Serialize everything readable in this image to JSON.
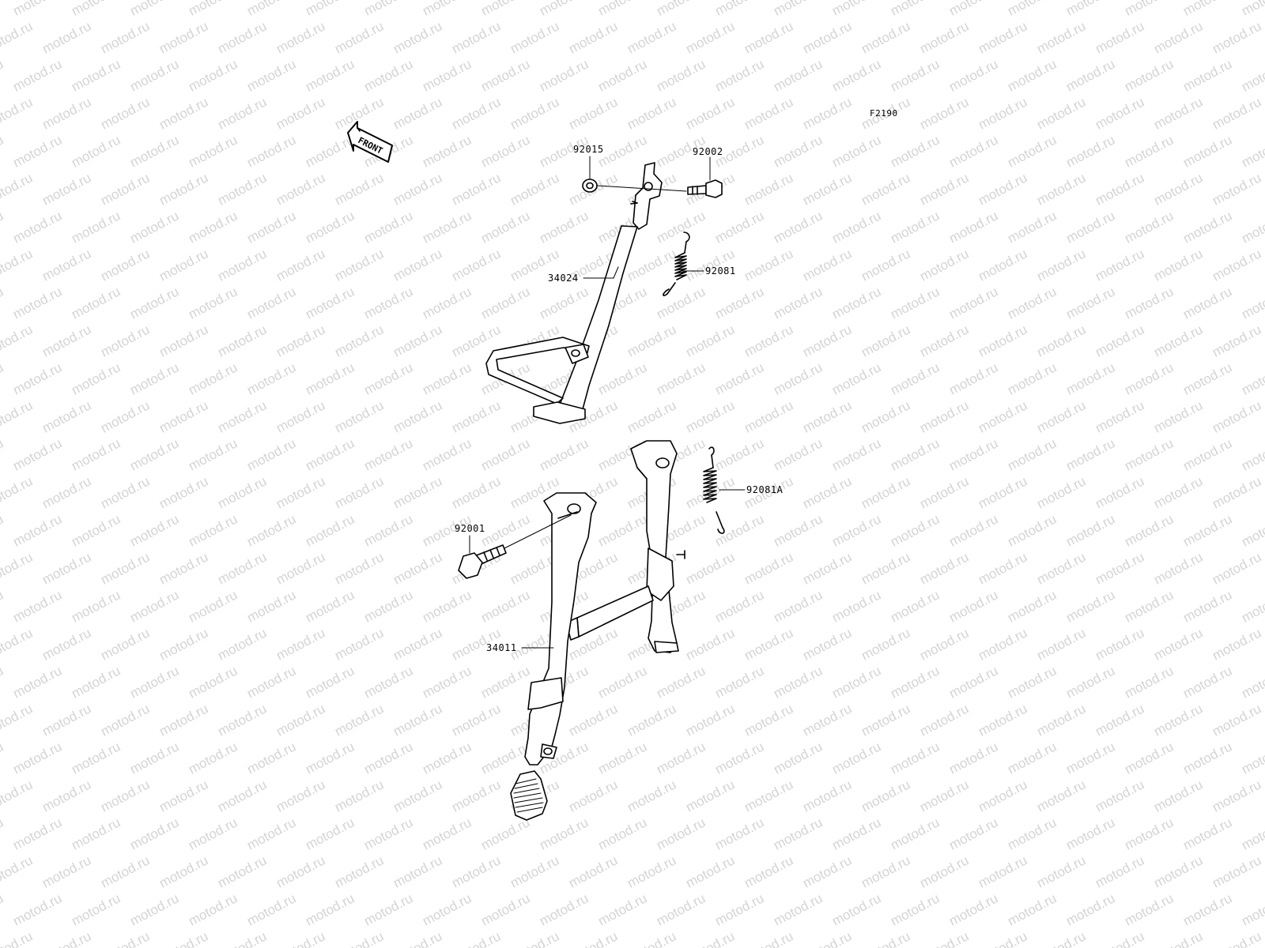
{
  "figure_code": "F2190",
  "front_marker": "FRONT",
  "watermark": "motod.ru",
  "parts": [
    {
      "id": "92015"
    },
    {
      "id": "92002"
    },
    {
      "id": "92081"
    },
    {
      "id": "34024"
    },
    {
      "id": "92081A"
    },
    {
      "id": "92001"
    },
    {
      "id": "34011"
    }
  ]
}
